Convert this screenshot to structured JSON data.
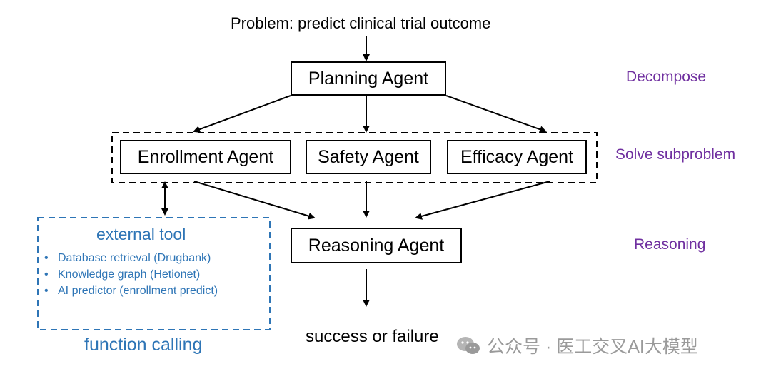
{
  "problem": "Problem: predict clinical trial outcome",
  "agents": {
    "planning": "Planning Agent",
    "enrollment": "Enrollment Agent",
    "safety": "Safety Agent",
    "efficacy": "Efficacy Agent",
    "reasoning": "Reasoning Agent"
  },
  "stages": {
    "decompose": "Decompose",
    "solve": "Solve subproblem",
    "reasoning": "Reasoning"
  },
  "external_tool": {
    "title": "external tool",
    "items": [
      "Database retrieval (Drugbank)",
      "Knowledge graph (Hetionet)",
      "AI predictor (enrollment predict)"
    ],
    "caption": "function calling"
  },
  "output": "success or failure",
  "watermark": "公众号 · 医工交叉AI大模型",
  "colors": {
    "stage_label": "#7030a0",
    "tool": "#2e75b6",
    "watermark": "#9a9a9a"
  }
}
